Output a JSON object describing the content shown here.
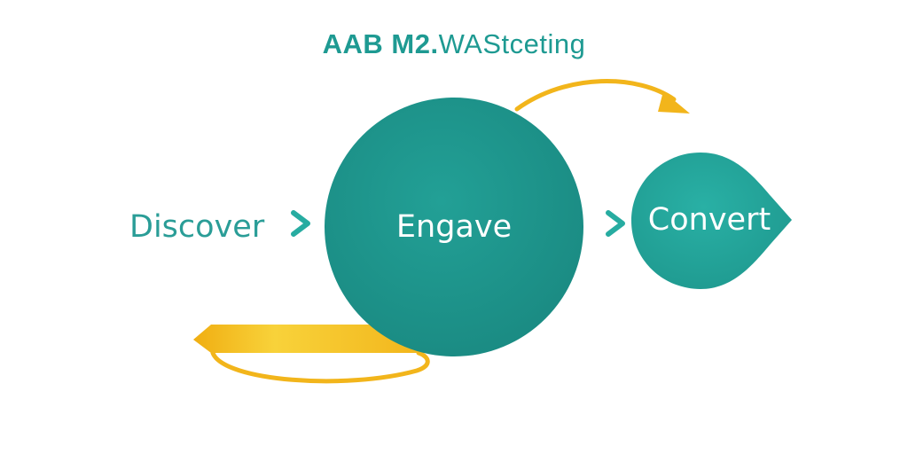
{
  "title": {
    "bold": "AAB M2.",
    "light": "WAStceting"
  },
  "stages": {
    "discover": "Discover",
    "engage": "Engave",
    "convert": "Convert"
  },
  "colors": {
    "teal_dark": "#1c8e86",
    "teal": "#21a197",
    "teal_light": "#27aca1",
    "title_teal": "#1e9a92",
    "text_teal": "#2a9d97",
    "gold": "#f2b51b",
    "gold_light": "#f7cf35",
    "white": "#ffffff"
  },
  "icons": {
    "chevron_1": "chevron-right-icon",
    "chevron_2": "chevron-right-icon",
    "top_arrow": "curved-arrow-icon",
    "bottom_loop": "loop-arrow-icon"
  }
}
